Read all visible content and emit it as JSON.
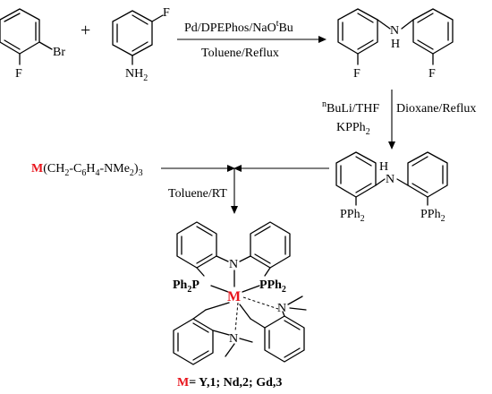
{
  "step1": {
    "plus": "+",
    "above": "Pd/DPEPhos/NaO",
    "above_sup": "t",
    "above_tail": "Bu",
    "below": "Toluene/Reflux"
  },
  "step2": {
    "left_sup": "n",
    "left_line1": "BuLi/THF",
    "left_line2": "KPPh",
    "left_line2_sub": "2",
    "right": "Dioxane/Reflux"
  },
  "step3": {
    "reagent_metal": "M",
    "reagent_rest": "(CH",
    "reagent_sub1": "2",
    "reagent_mid": "-C",
    "reagent_sub2": "6",
    "reagent_h": "H",
    "reagent_sub3": "4",
    "reagent_nme": "-NMe",
    "reagent_sub4": "2",
    "reagent_close": ")",
    "reagent_sub5": "3",
    "below": "Toluene/RT"
  },
  "atoms": {
    "br": "Br",
    "f": "F",
    "nh2_n": "NH",
    "nh2_sub": "2",
    "n": "N",
    "h": "H",
    "p": "P",
    "ph": "Ph",
    "ph_sub": "2",
    "m": "M"
  },
  "caption": {
    "metal": "M",
    "rest": "= Y,1; Nd,2; Gd,3"
  },
  "colors": {
    "metal_accent": "#e8141c"
  }
}
